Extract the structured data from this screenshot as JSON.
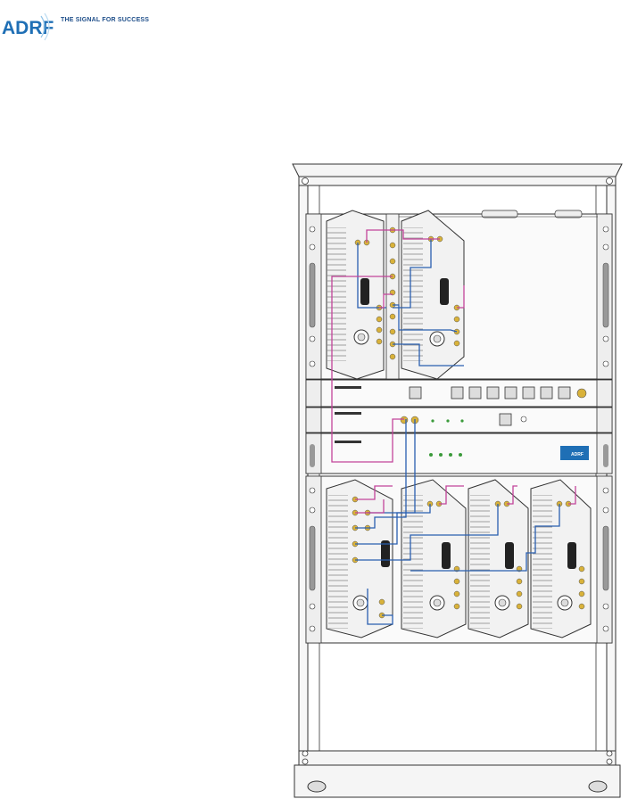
{
  "header": {
    "logo_text": "ADRF",
    "logo_r": "R",
    "tagline": "THE SIGNAL FOR SUCCESS"
  },
  "colors": {
    "brand_blue": "#1f6fb5",
    "cable_blue": "#2a5fb0",
    "cable_magenta": "#c2449a",
    "rack_line": "#333333",
    "module_fill": "#f2f2f2",
    "connector_gold": "#d9b23a"
  },
  "badge": {
    "logo_text": "ADRF"
  },
  "icons": [
    "adrf-logo-icon",
    "rack-bolt-icon",
    "connector-icon",
    "led-icon"
  ]
}
